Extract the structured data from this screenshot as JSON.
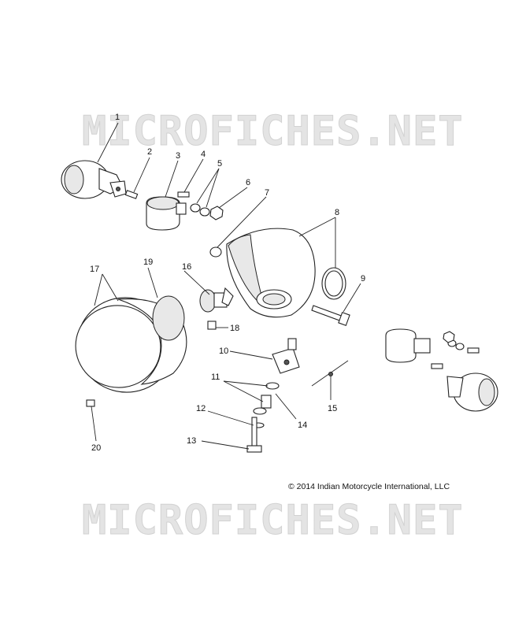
{
  "watermark_top": "MICROFICHES.NET",
  "watermark_bottom": "MICROFICHES.NET",
  "copyright": "© 2014 Indian Motorcycle International, LLC",
  "callouts": [
    "1",
    "2",
    "3",
    "4",
    "5",
    "6",
    "7",
    "8",
    "9",
    "10",
    "11",
    "12",
    "13",
    "14",
    "15",
    "16",
    "17",
    "18",
    "19",
    "20"
  ]
}
